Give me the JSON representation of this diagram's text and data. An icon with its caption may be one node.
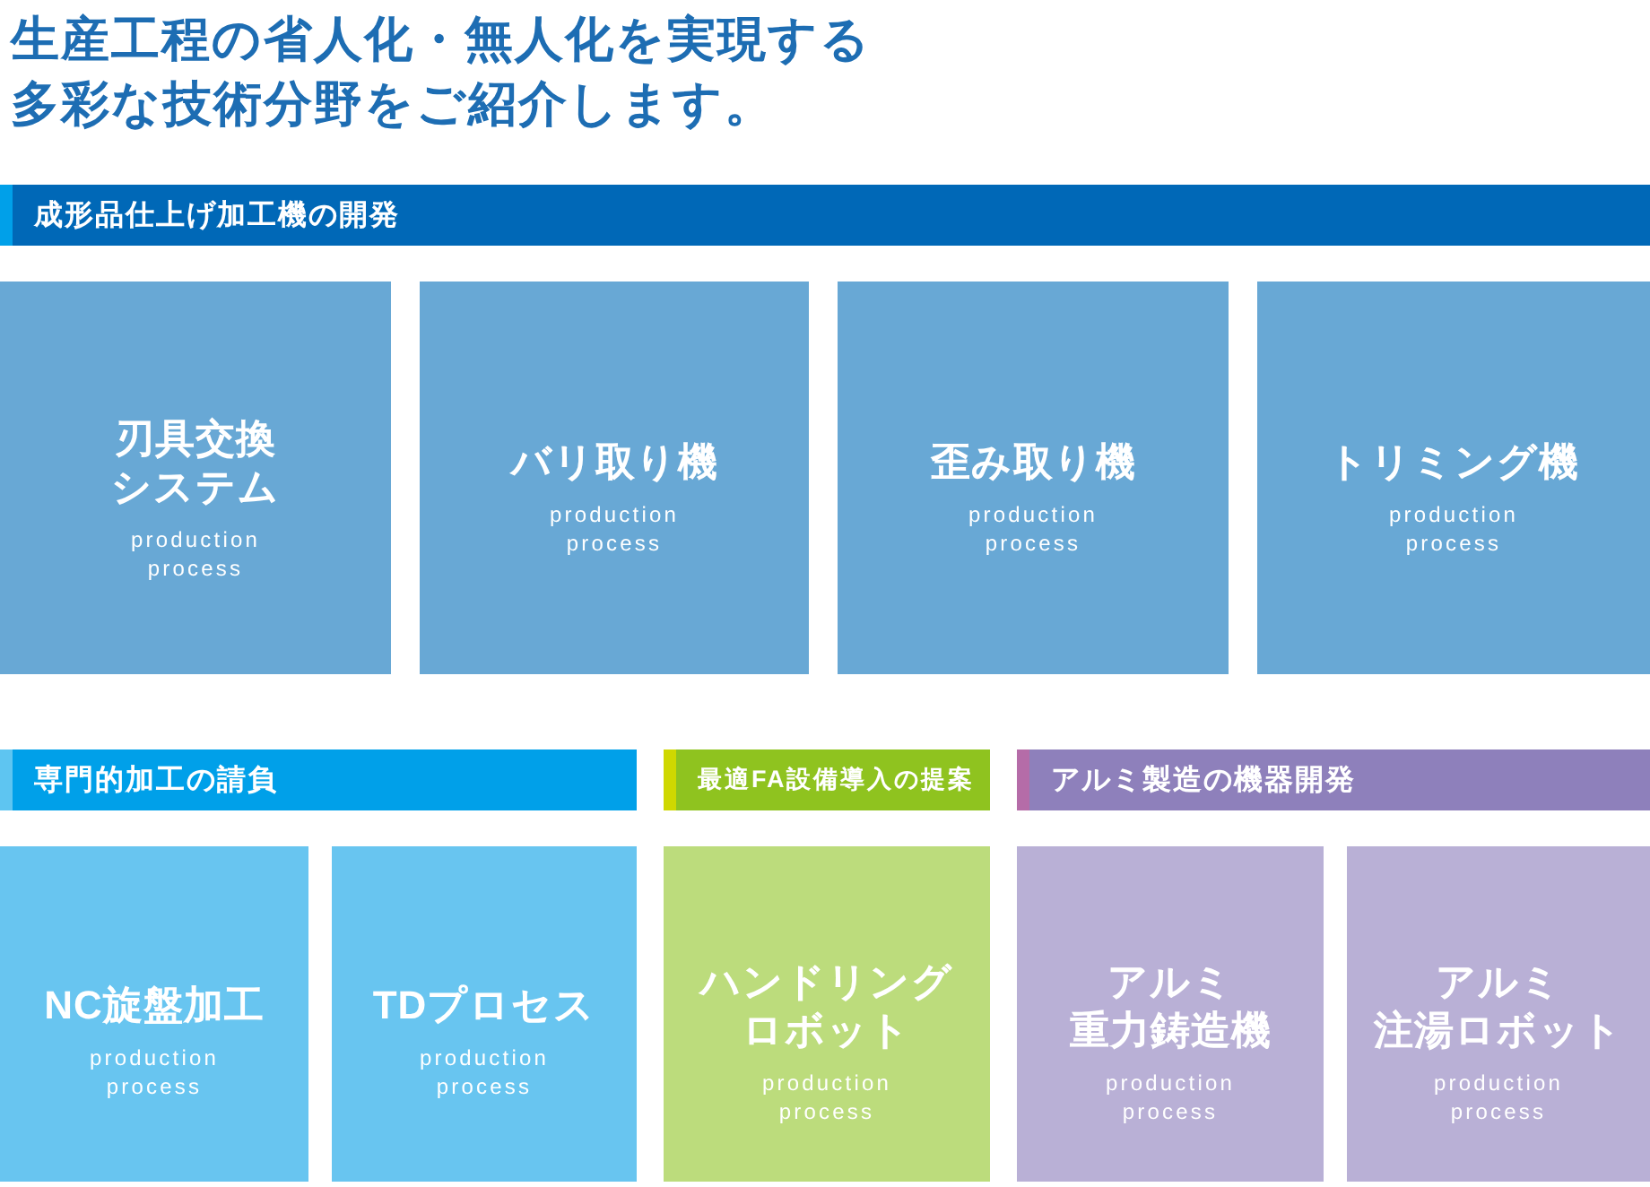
{
  "diagram": {
    "title": "生産工程の省人化・無人化を実現する多彩な技術分野をご紹介します。",
    "nodes": [
      {
        "text": [
          "成形品仕上げ加工機の開発"
        ]
      },
      {
        "text": [
          "刃具交換システム",
          "production process"
        ]
      },
      {
        "text": [
          "バリ取り機",
          "production process"
        ]
      },
      {
        "text": [
          "歪み取り機",
          "production process"
        ]
      },
      {
        "text": [
          "トリミング機",
          "production process"
        ]
      },
      {
        "text": [
          "専門的加工の請負"
        ]
      },
      {
        "text": [
          "最適FA設備導入の提案"
        ]
      },
      {
        "text": [
          "アルミ製造の機器開発"
        ]
      },
      {
        "text": [
          "NC旋盤加工",
          "production process"
        ]
      },
      {
        "text": [
          "TDプロセス",
          "production process"
        ]
      },
      {
        "text": [
          "ハンドリングロボット",
          "production process"
        ]
      },
      {
        "text": [
          "アルミ重力鋳造機",
          "production process"
        ]
      },
      {
        "text": [
          "アルミ注湯ロボット",
          "production process"
        ]
      }
    ]
  }
}
